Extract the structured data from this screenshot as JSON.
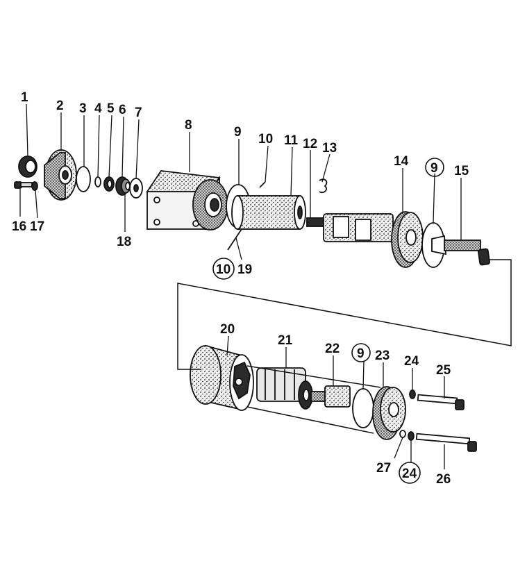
{
  "diagram": {
    "callouts": [
      {
        "id": "c1",
        "text": "1"
      },
      {
        "id": "c2",
        "text": "2"
      },
      {
        "id": "c3",
        "text": "3"
      },
      {
        "id": "c4",
        "text": "4"
      },
      {
        "id": "c5",
        "text": "5"
      },
      {
        "id": "c6",
        "text": "6"
      },
      {
        "id": "c7",
        "text": "7"
      },
      {
        "id": "c8",
        "text": "8"
      },
      {
        "id": "c9a",
        "text": "9"
      },
      {
        "id": "c10a",
        "text": "10"
      },
      {
        "id": "c11",
        "text": "11"
      },
      {
        "id": "c12",
        "text": "12"
      },
      {
        "id": "c13",
        "text": "13"
      },
      {
        "id": "c14",
        "text": "14"
      },
      {
        "id": "c9b",
        "text": "9"
      },
      {
        "id": "c15",
        "text": "15"
      },
      {
        "id": "c16",
        "text": "16"
      },
      {
        "id": "c17",
        "text": "17"
      },
      {
        "id": "c18",
        "text": "18"
      },
      {
        "id": "c10b",
        "text": "10"
      },
      {
        "id": "c19",
        "text": "19"
      },
      {
        "id": "c20",
        "text": "20"
      },
      {
        "id": "c21",
        "text": "21"
      },
      {
        "id": "c22",
        "text": "22"
      },
      {
        "id": "c9c",
        "text": "9"
      },
      {
        "id": "c23",
        "text": "23"
      },
      {
        "id": "c24a",
        "text": "24"
      },
      {
        "id": "c25",
        "text": "25"
      },
      {
        "id": "c27",
        "text": "27"
      },
      {
        "id": "c24b",
        "text": "24"
      },
      {
        "id": "c26",
        "text": "26"
      }
    ],
    "circled_callouts": [
      "c9b",
      "c10b",
      "c9c",
      "c24b"
    ]
  }
}
